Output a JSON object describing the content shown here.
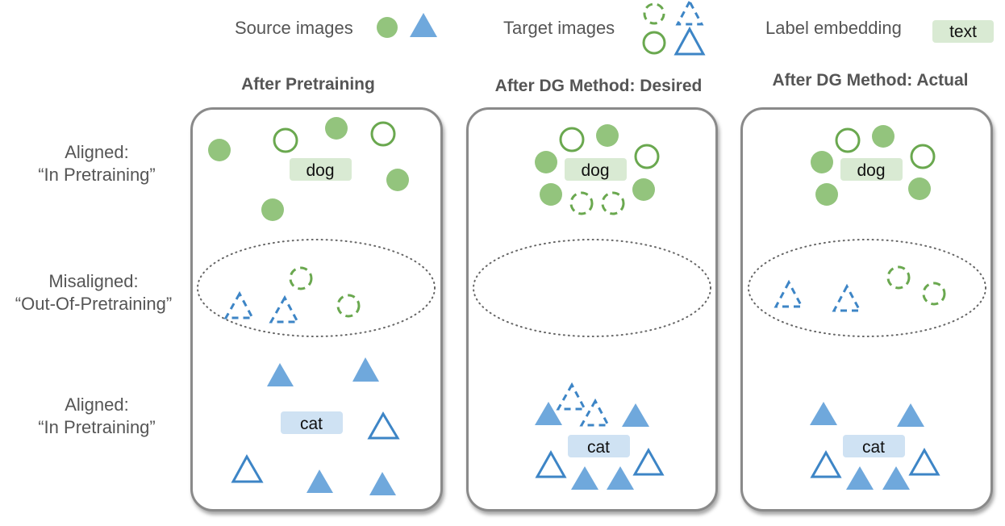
{
  "legend": {
    "source_label": "Source images",
    "target_label": "Target images",
    "embedding_label": "Label embedding",
    "embedding_sample": "text"
  },
  "columns": [
    {
      "title": "After Pretraining"
    },
    {
      "title": "After DG Method: Desired"
    },
    {
      "title": "After DG Method: Actual"
    }
  ],
  "rows": [
    {
      "line1": "Aligned:",
      "line2": "“In Pretraining”"
    },
    {
      "line1": "Misaligned:",
      "line2": "“Out-Of-Pretraining”"
    },
    {
      "line1": "Aligned:",
      "line2": "“In Pretraining”"
    }
  ],
  "labels": {
    "dog": "dog",
    "cat": "cat"
  },
  "colors": {
    "green": "#93c47d",
    "green_stroke": "#6aa84f",
    "blue": "#6fa8dc",
    "blue_stroke": "#3d85c6",
    "dog_bg": "#d9ead3",
    "cat_bg": "#cfe2f3",
    "text": "#555555",
    "panel_border": "#8a8a8a"
  }
}
